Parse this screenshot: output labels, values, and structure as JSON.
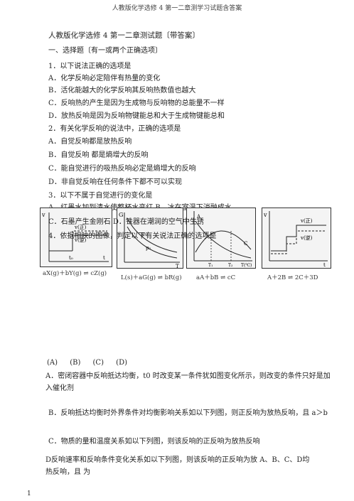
{
  "header": "人教版化学选修 4 第一二章测学习试题含答案",
  "title": "人教版化学选修        4 第一二章测试题〔带答案〕",
  "section": "一、选择题〔有一或两个正确选项〕",
  "q1": {
    "stem": "1．以下说法正确的选项是",
    "options": [
      "A．化学反响必定陪伴有热量的变化",
      "B．活化能越大的化学反响其反响热数值也越大",
      "C．反响热的产生是因为生成物与反响物的总能量不一样",
      "D．放热反响是因为反响物键能总和大于生成物键能总和"
    ]
  },
  "q2": {
    "stem": "2．有关化学反响的说法中，正确的选项是",
    "options": [
      "A．自觉反响都是放热反响",
      "B．自觉反响          都是熵增大的反响",
      "C．能自觉进行的吸热反响必定是熵增大的反响",
      "D．非自觉反响在任何条件下都不可以实现"
    ]
  },
  "q3": {
    "stem": "3．以下不属于自觉进行的变化是",
    "line1": "A．红墨水加到清水使整杯水变红 B．冰在室温下消融成水",
    "line2": "C．石墨产生金刚石  D．铁器在潮润的空气中生锈",
    "line3": "4．依据相映的图像，判定以下有关说法正确的选项是"
  },
  "figures": [
    {
      "caption": "aX(g)＋bY(g) ⇌ cZ(g)",
      "labels": {
        "y": "v",
        "t0": "t₀",
        "vpos": "v(正)",
        "vneg": "v(逆)",
        "x": "t"
      }
    },
    {
      "caption": "L(s)＋aG(g) ⇌ bR(g)",
      "labels": {
        "y": "G",
        "p1": "p₁",
        "p2": "p₂",
        "x": "T"
      }
    },
    {
      "caption": "aA＋bB ⇌ cC",
      "labels": {
        "a": "A",
        "c": "C",
        "t1": "T₁",
        "t2": "T₂",
        "x": "T(℃)"
      }
    },
    {
      "caption": "A＋2B ⇌ 2C＋3D",
      "labels": {
        "y": "v",
        "vpos": "v(正)",
        "vneg": "v(逆)",
        "x": "t"
      }
    }
  ],
  "choice_labels": "(A)  (B)  (C)  (D)",
  "q4": {
    "a": "A．密闭容器中反响抵达均衡，t0 时改变某一条件犹如图变化所示，则改变的条件只好是加入催化剂",
    "b": "B．反响抵达均衡时外界条件对均衡影响关系如以下列图，则正反响为放热反响，且        a＞b",
    "c": "C．物质的量和温度关系如以下列图，则该反响的正反响为放热反响",
    "d1": "D反响速率和反响条件变化关系如以下列图，则该反响的正反响为放                A、B、C、D均",
    "d2": "热反响，且                                                               为"
  },
  "page_number": "1"
}
